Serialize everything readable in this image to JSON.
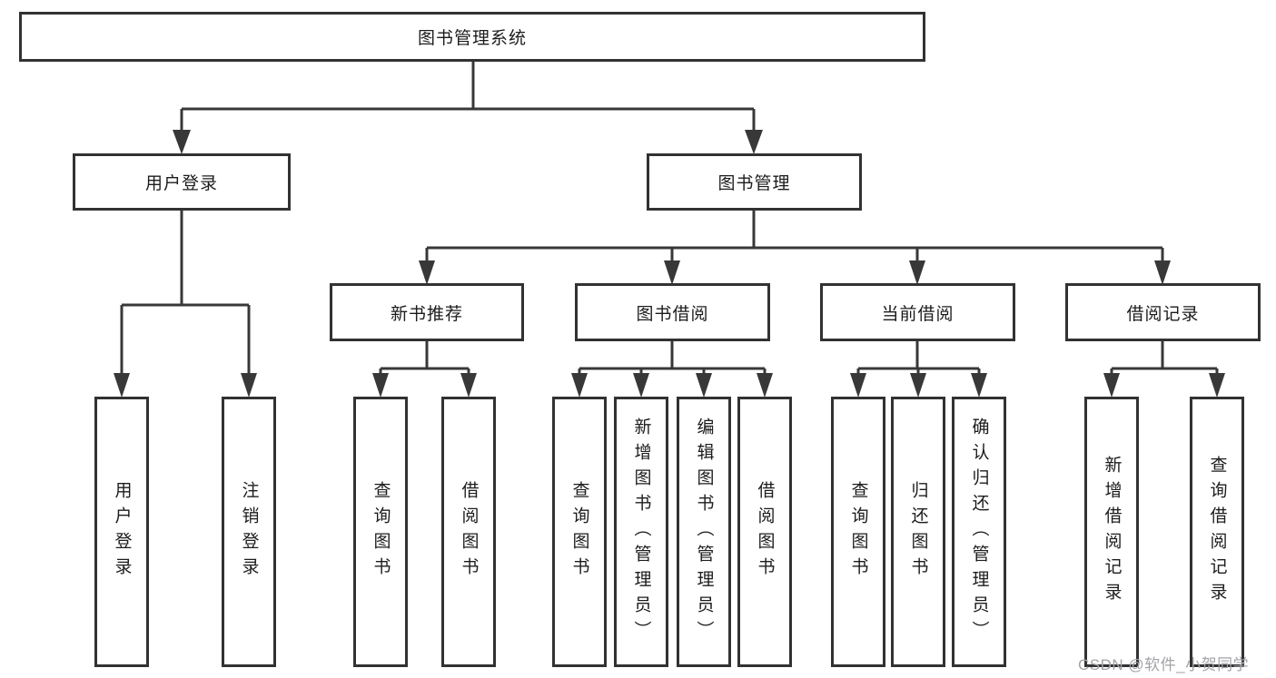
{
  "diagram": {
    "tree": {
      "label": "图书管理系统",
      "children": [
        {
          "label": "用户登录",
          "children": [
            {
              "label": "用户登录"
            },
            {
              "label": "注销登录"
            }
          ]
        },
        {
          "label": "图书管理",
          "children": [
            {
              "label": "新书推荐",
              "children": [
                {
                  "label": "查询图书"
                },
                {
                  "label": "借阅图书"
                }
              ]
            },
            {
              "label": "图书借阅",
              "children": [
                {
                  "label": "查询图书"
                },
                {
                  "label": "新增图书（管理员）"
                },
                {
                  "label": "编辑图书（管理员）"
                },
                {
                  "label": "借阅图书"
                }
              ]
            },
            {
              "label": "当前借阅",
              "children": [
                {
                  "label": "查询图书"
                },
                {
                  "label": "归还图书"
                },
                {
                  "label": "确认归还（管理员）"
                }
              ]
            },
            {
              "label": "借阅记录",
              "children": [
                {
                  "label": "新增借阅记录"
                },
                {
                  "label": "查询借阅记录"
                }
              ]
            }
          ]
        }
      ]
    },
    "colors": {
      "line": "#383838",
      "box_border": "#323232",
      "text": "#1c1c1c",
      "watermark": "#a3a3a8"
    }
  },
  "watermark": {
    "text": "CSDN @软件_小贺同学"
  }
}
